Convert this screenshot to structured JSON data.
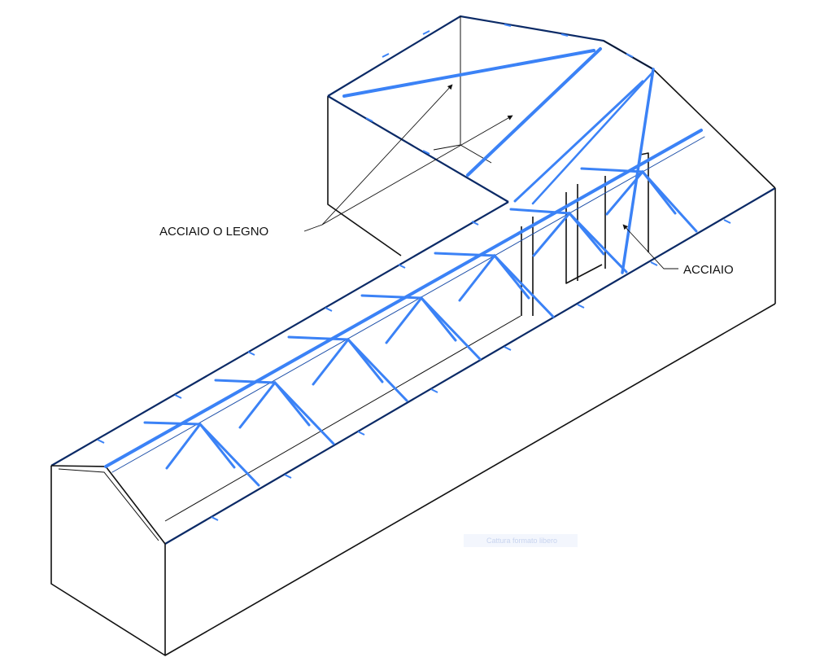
{
  "labels": {
    "steel_or_wood": "ACCIAIO O LEGNO",
    "steel": "ACCIAIO"
  },
  "watermark": "Cattura formato libero",
  "colors": {
    "member_blue": "#3b82f6",
    "member_dark": "#1d4fa8",
    "plate_navy": "#0b2a66",
    "outline_black": "#111111",
    "background": "#ffffff"
  }
}
